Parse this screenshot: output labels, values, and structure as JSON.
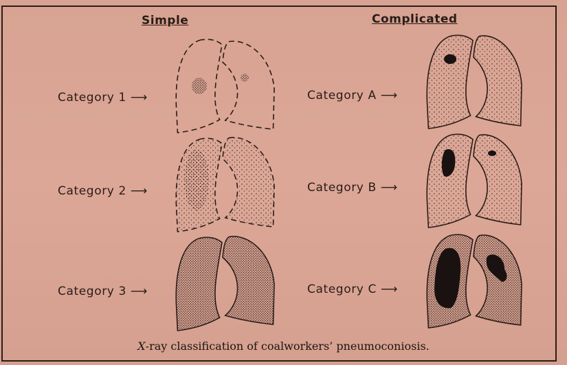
{
  "headings": {
    "simple": "Simple",
    "complicated": "Complicated"
  },
  "simple_categories": [
    {
      "label": "Category 1"
    },
    {
      "label": "Category 2"
    },
    {
      "label": "Category 3"
    }
  ],
  "complicated_categories": [
    {
      "label": "Category A"
    },
    {
      "label": "Category B"
    },
    {
      "label": "Category C"
    }
  ],
  "caption": {
    "italic": "X",
    "text": "-ray classification of coalworkers’ pneumoconiosis."
  },
  "colors": {
    "background": "#d9a493",
    "ink": "#2a1c18"
  }
}
